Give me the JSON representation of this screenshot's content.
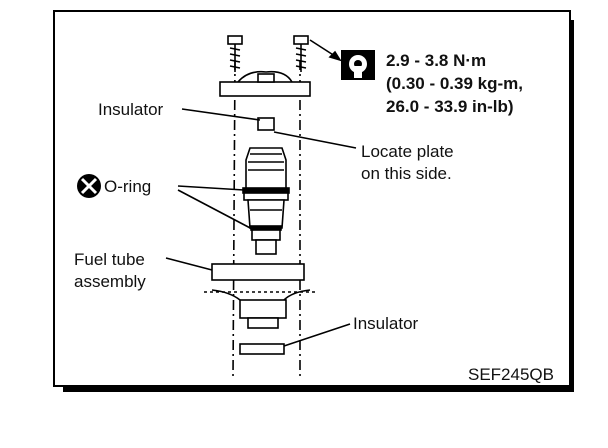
{
  "labels": {
    "insulator_top": "Insulator",
    "oring": "O-ring",
    "fuel_tube_line1": "Fuel tube",
    "fuel_tube_line2": "assembly",
    "locate_line1": "Locate plate",
    "locate_line2": "on this side.",
    "insulator_bottom": "Insulator",
    "figure_code": "SEF245QB"
  },
  "torque": {
    "line1": "2.9 - 3.8 N·m",
    "line2": "(0.30 - 0.39 kg-m,",
    "line3": "26.0 - 33.9 in-lb)"
  },
  "icons": {
    "torque_wrench": "torque-wrench-icon",
    "do_not_reuse": "no-reuse-icon"
  }
}
